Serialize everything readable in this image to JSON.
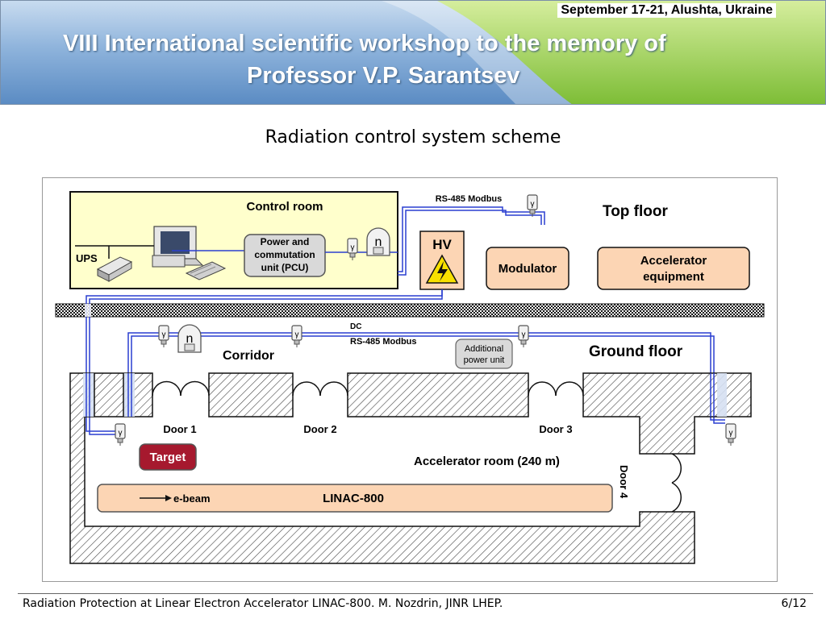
{
  "header": {
    "date_location": "September 17-21, Alushta, Ukraine",
    "title_line1": "VIII International scientific workshop to the memory of",
    "title_line2": "Professor V.P. Sarantsev"
  },
  "slide_title": "Radiation control system scheme",
  "diagram": {
    "control_room": "Control room",
    "ups": "UPS",
    "pcu": [
      "Power and",
      "commutation",
      "unit (PCU)"
    ],
    "rs485_top": "RS-485 Modbus",
    "hv": "HV",
    "modulator": "Modulator",
    "accelerator_equipment": [
      "Accelerator",
      "equipment"
    ],
    "top_floor": "Top floor",
    "dc": "DC",
    "rs485_ground": "RS-485 Modbus",
    "additional_power": [
      "Additional",
      "power unit"
    ],
    "corridor": "Corridor",
    "ground_floor": "Ground floor",
    "door1": "Door 1",
    "door2": "Door 2",
    "door3": "Door 3",
    "door4": "Door 4",
    "target": "Target",
    "accelerator_room": "Accelerator room (240 m)",
    "ebeam": "e-beam",
    "linac": "LINAC-800",
    "gamma_symbol": "γ",
    "neutron_symbol": "n"
  },
  "colors": {
    "banner_blue": "#5b8ec4",
    "banner_green": "#8cc63f",
    "control_room_fill": "#ffffcc",
    "orange_box": "#fcd5b4",
    "cable_blue": "#2a3fd0",
    "target_red": "#a6192e"
  },
  "footer": {
    "text": "Radiation Protection at Linear Electron Accelerator LINAC-800. M. Nozdrin, JINR LHEP.",
    "page": "6/12"
  }
}
